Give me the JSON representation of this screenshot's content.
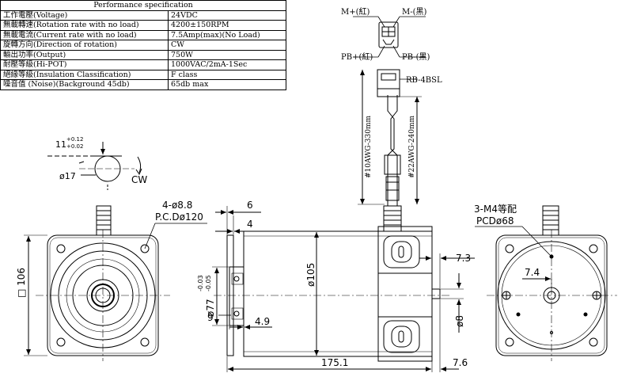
{
  "spec_table": {
    "title": "Performance specification",
    "rows": [
      {
        "label": "工作電壓(Voltage)",
        "value": "24VDC"
      },
      {
        "label": "無載轉速(Rotation rate with no load)",
        "value": "4200±150RPM"
      },
      {
        "label": "無載電流(Current rate with no load)",
        "value": "7.5Amp(max)(No Load)"
      },
      {
        "label": "旋轉方向(Direction of rotation)",
        "value": "CW"
      },
      {
        "label": "輸出功率(Output)",
        "value": "750W"
      },
      {
        "label": "耐壓等級(Hi-POT)",
        "value": "1000VAC/2mA-1Sec"
      },
      {
        "label": "絕緣等級(Insulation Classification)",
        "value": "F class"
      },
      {
        "label": "噪音值 (Noise)(Background 45db)",
        "value": "65db max"
      }
    ]
  },
  "shaft_detail": {
    "dia_label": "ø17",
    "tol_base": "11",
    "tol_upper": "+0.12",
    "tol_lower": "+0.02",
    "rotation_label": "CW"
  },
  "connector": {
    "m_plus": "M+(紅)",
    "m_minus": "M-(黑)",
    "pb_plus": "PB+(紅)",
    "pb_minus": "PB-(黑)",
    "part": "RB-4BSL",
    "wire_power": "#10AWG-330mm",
    "wire_brake": "#22AWG-240mm"
  },
  "front_view": {
    "holes_label": "4-ø8.8",
    "pcd_label": "P.C.Dø120",
    "square_label": "□ 106"
  },
  "side_view": {
    "dim_6": "6",
    "dim_4": "4",
    "dim_105": "ø105",
    "dim_77": "ø77",
    "dim_77_tol_upper": "-0.03",
    "dim_77_tol_lower": "-0.05",
    "dim_9": "9",
    "dim_4_9": "4.9",
    "dim_7_3": "7.3",
    "dim_8": "ø8",
    "dim_175": "175.1",
    "dim_7_6": "7.6"
  },
  "rear_view": {
    "thread_label": "3-M4等配",
    "pcd_label": "PCDø68",
    "dim_7_4": "7.4"
  }
}
